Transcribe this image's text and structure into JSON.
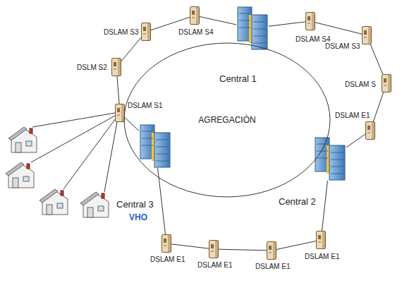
{
  "diagram": {
    "nodes": [
      {
        "text": [
          "Central 1"
        ]
      },
      {
        "text": [
          "DSLAM S4"
        ]
      },
      {
        "text": [
          "DSLAM S3"
        ]
      },
      {
        "text": [
          "DSLM S2"
        ]
      },
      {
        "text": [
          "DSLAM S1"
        ]
      },
      {
        "text": [
          "Central 3",
          "VHO"
        ]
      },
      {
        "text": [
          "DSLAM S4"
        ]
      },
      {
        "text": [
          "DSLAM S3"
        ]
      },
      {
        "text": [
          "DSLAM S"
        ]
      },
      {
        "text": [
          "DSLAM E1"
        ]
      },
      {
        "text": [
          "Central 2"
        ]
      },
      {
        "text": [
          "AGREGACIÓN"
        ]
      },
      {
        "text": [
          "DSLAM E1"
        ]
      },
      {
        "text": [
          "DSLAM E1"
        ]
      },
      {
        "text": [
          "DSLAM E1"
        ]
      },
      {
        "text": [
          "DSLAM E1"
        ]
      }
    ],
    "edges": [
      {
        "from": 0,
        "to": 1,
        "arrow": "none"
      },
      {
        "from": 1,
        "to": 2,
        "arrow": "none"
      },
      {
        "from": 2,
        "to": 3,
        "arrow": "none"
      },
      {
        "from": 3,
        "to": 4,
        "arrow": "none"
      },
      {
        "from": 4,
        "to": 5,
        "arrow": "none"
      },
      {
        "from": 0,
        "to": 6,
        "arrow": "none"
      },
      {
        "from": 6,
        "to": 7,
        "arrow": "none"
      },
      {
        "from": 7,
        "to": 8,
        "arrow": "none"
      },
      {
        "from": 8,
        "to": 9,
        "arrow": "none"
      },
      {
        "from": 9,
        "to": 10,
        "arrow": "none"
      },
      {
        "from": 5,
        "to": 12,
        "arrow": "none"
      },
      {
        "from": 12,
        "to": 13,
        "arrow": "none"
      },
      {
        "from": 13,
        "to": 14,
        "arrow": "none"
      },
      {
        "from": 14,
        "to": 15,
        "arrow": "none"
      },
      {
        "from": 15,
        "to": 10,
        "arrow": "none"
      }
    ]
  }
}
